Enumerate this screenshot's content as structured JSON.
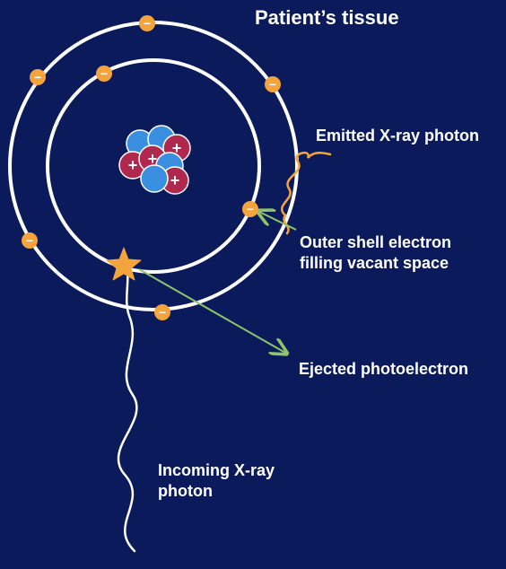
{
  "title": "Patient’s tissue",
  "labels": {
    "emitted_photon": "Emitted X-ray photon",
    "outer_shell": [
      "Outer shell electron",
      "filling vacant space"
    ],
    "ejected": "Ejected photoelectron",
    "incoming": [
      "Incoming X-ray",
      "photon"
    ]
  },
  "symbols": {
    "electron": "−",
    "proton": "+"
  },
  "colors": {
    "background": "#0b1a5a",
    "shell": "#ffffff",
    "electron": "#f5a33c",
    "proton": "#b0284e",
    "neutron": "#3a8fe0",
    "photon_emitted": "#f5a33c",
    "photon_incoming": "#ffffff",
    "arrow": "#8fc46a",
    "star": "#f5a33c"
  }
}
